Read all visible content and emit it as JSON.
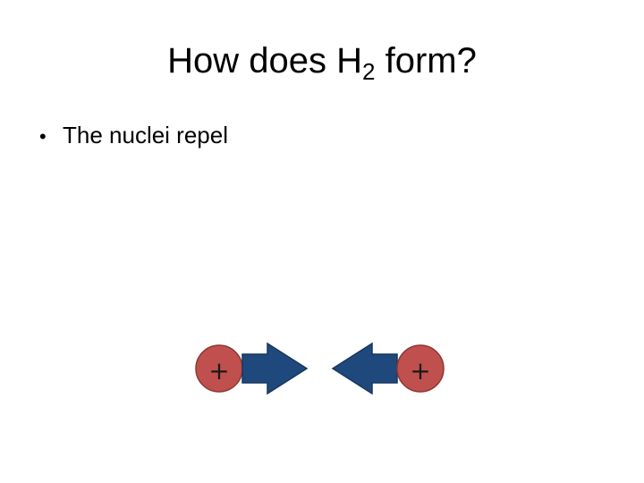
{
  "slide": {
    "title_main": "How does H",
    "title_sub": "2",
    "title_end": " form?",
    "bullets": [
      {
        "text": "The nuclei repel"
      }
    ]
  },
  "diagram": {
    "nuclei": [
      {
        "label": "+",
        "color": "#c0504d"
      },
      {
        "label": "+",
        "color": "#c0504d"
      }
    ],
    "arrow_color": "#1f497d",
    "arrows": [
      {
        "direction": "right"
      },
      {
        "direction": "left"
      }
    ]
  }
}
